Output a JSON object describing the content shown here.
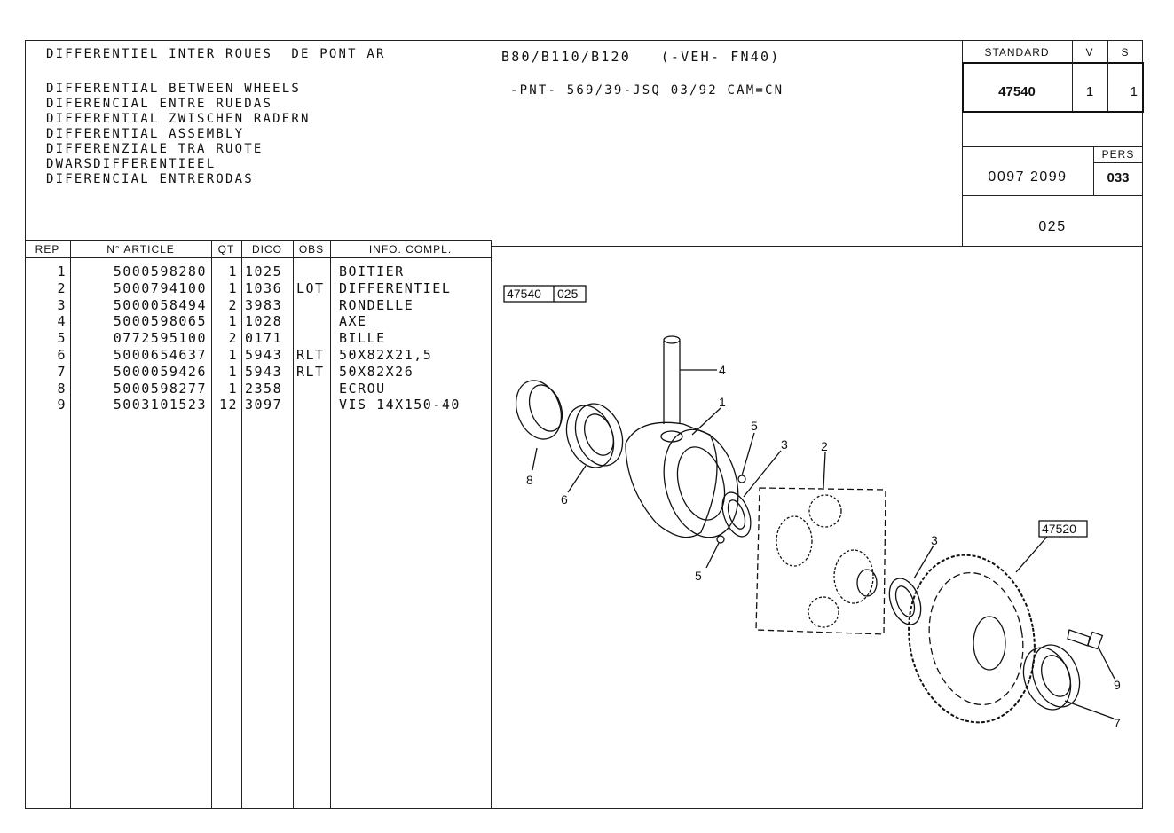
{
  "title": {
    "fr": "DIFFERENTIEL INTER ROUES  DE PONT AR",
    "translations": [
      "DIFFERENTIAL BETWEEN WHEELS",
      "DIFERENCIAL ENTRE RUEDAS",
      "DIFFERENTIAL ZWISCHEN RADERN",
      "DIFFERENTIAL ASSEMBLY",
      "DIFFERENZIALE TRA RUOTE",
      "DWARSDIFFERENTIEEL",
      "DIFERENCIAL ENTRERODAS"
    ],
    "models": "B80/B110/B120   (-VEH- FN40)",
    "pnt": "-PNT- 569/39-JSQ 03/92 CAM=CN"
  },
  "info_box": {
    "standard_label": "STANDARD",
    "v_label": "V",
    "s_label": "S",
    "standard": "47540",
    "v": "1",
    "s": "1",
    "pers_label": "PERS",
    "code": "0097 2099",
    "pers": "033",
    "page": "025"
  },
  "table": {
    "headers": [
      "REP",
      "N° ARTICLE",
      "QT",
      "DICO",
      "OBS",
      "INFO. COMPL."
    ],
    "rows": [
      [
        "1",
        "5000598280",
        "1",
        "1025",
        "",
        "BOITIER"
      ],
      [
        "2",
        "5000794100",
        "1",
        "1036",
        "LOT",
        "DIFFERENTIEL"
      ],
      [
        "3",
        "5000058494",
        "2",
        "3983",
        "",
        "RONDELLE"
      ],
      [
        "4",
        "5000598065",
        "1",
        "1028",
        "",
        "AXE"
      ],
      [
        "5",
        "0772595100",
        "2",
        "0171",
        "",
        "BILLE"
      ],
      [
        "6",
        "5000654637",
        "1",
        "5943",
        "RLT",
        "50X82X21,5"
      ],
      [
        "7",
        "5000059426",
        "1",
        "5943",
        "RLT",
        "50X82X26"
      ],
      [
        "8",
        "5000598277",
        "1",
        "2358",
        "",
        "ECROU"
      ],
      [
        "9",
        "5003101523",
        "12",
        "3097",
        "",
        "VIS 14X150-40"
      ]
    ]
  },
  "drawing": {
    "ref_a": "47540",
    "ref_b": "025",
    "ref_ring": "47520",
    "callouts": [
      "4",
      "1",
      "5",
      "3",
      "2",
      "8",
      "6",
      "5",
      "3",
      "9",
      "7"
    ]
  }
}
